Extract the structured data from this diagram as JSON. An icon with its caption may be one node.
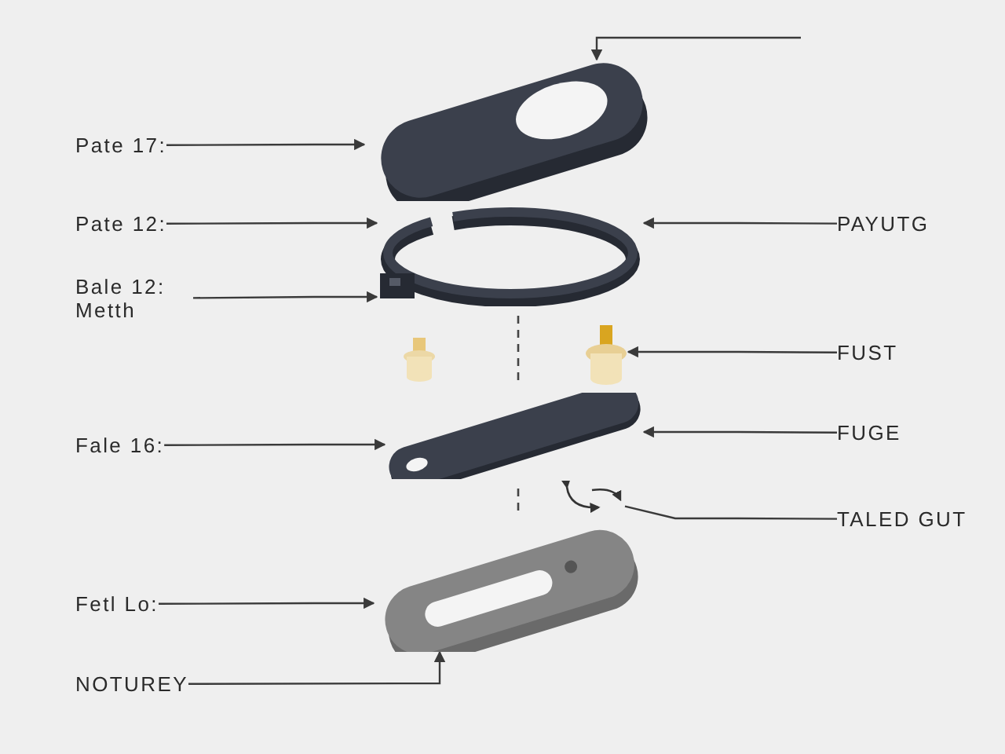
{
  "diagram": {
    "nodes": [
      {
        "text": [],
        "shape": "picture"
      },
      {
        "text": [
          "Pate 17:"
        ]
      },
      {
        "text": [],
        "shape": "picture"
      },
      {
        "text": [
          "Pate 12:"
        ]
      },
      {
        "text": [
          "PAYUTG"
        ]
      },
      {
        "text": [
          "Bale 12: Metth"
        ]
      },
      {
        "text": [],
        "shape": "picture"
      },
      {
        "text": [
          "FUST"
        ]
      },
      {
        "text": [],
        "shape": "picture"
      },
      {
        "text": [
          "Fale 16:"
        ]
      },
      {
        "text": [
          "FUGE"
        ]
      },
      {
        "text": [],
        "shape": "picture"
      },
      {
        "text": [
          "TALED GUT"
        ]
      },
      {
        "text": [],
        "shape": "picture"
      },
      {
        "text": [
          "Fetl Lo:"
        ]
      },
      {
        "text": [
          "NOTUREY"
        ]
      }
    ],
    "edges": [
      {
        "from": null,
        "to": 0,
        "arrow": "to"
      },
      {
        "from": 1,
        "to": 0,
        "arrow": "to"
      },
      {
        "from": 3,
        "to": 2,
        "arrow": "to"
      },
      {
        "from": 4,
        "to": 2,
        "arrow": "to"
      },
      {
        "from": 5,
        "to": 2,
        "arrow": "to"
      },
      {
        "from": 7,
        "to": 6,
        "arrow": "to"
      },
      {
        "from": 9,
        "to": 8,
        "arrow": "to"
      },
      {
        "from": 10,
        "to": 8,
        "arrow": "to"
      },
      {
        "from": 12,
        "to": 11,
        "arrow": "none"
      },
      {
        "from": 14,
        "to": 13,
        "arrow": "to"
      },
      {
        "from": 15,
        "to": 13,
        "arrow": "to"
      }
    ]
  }
}
